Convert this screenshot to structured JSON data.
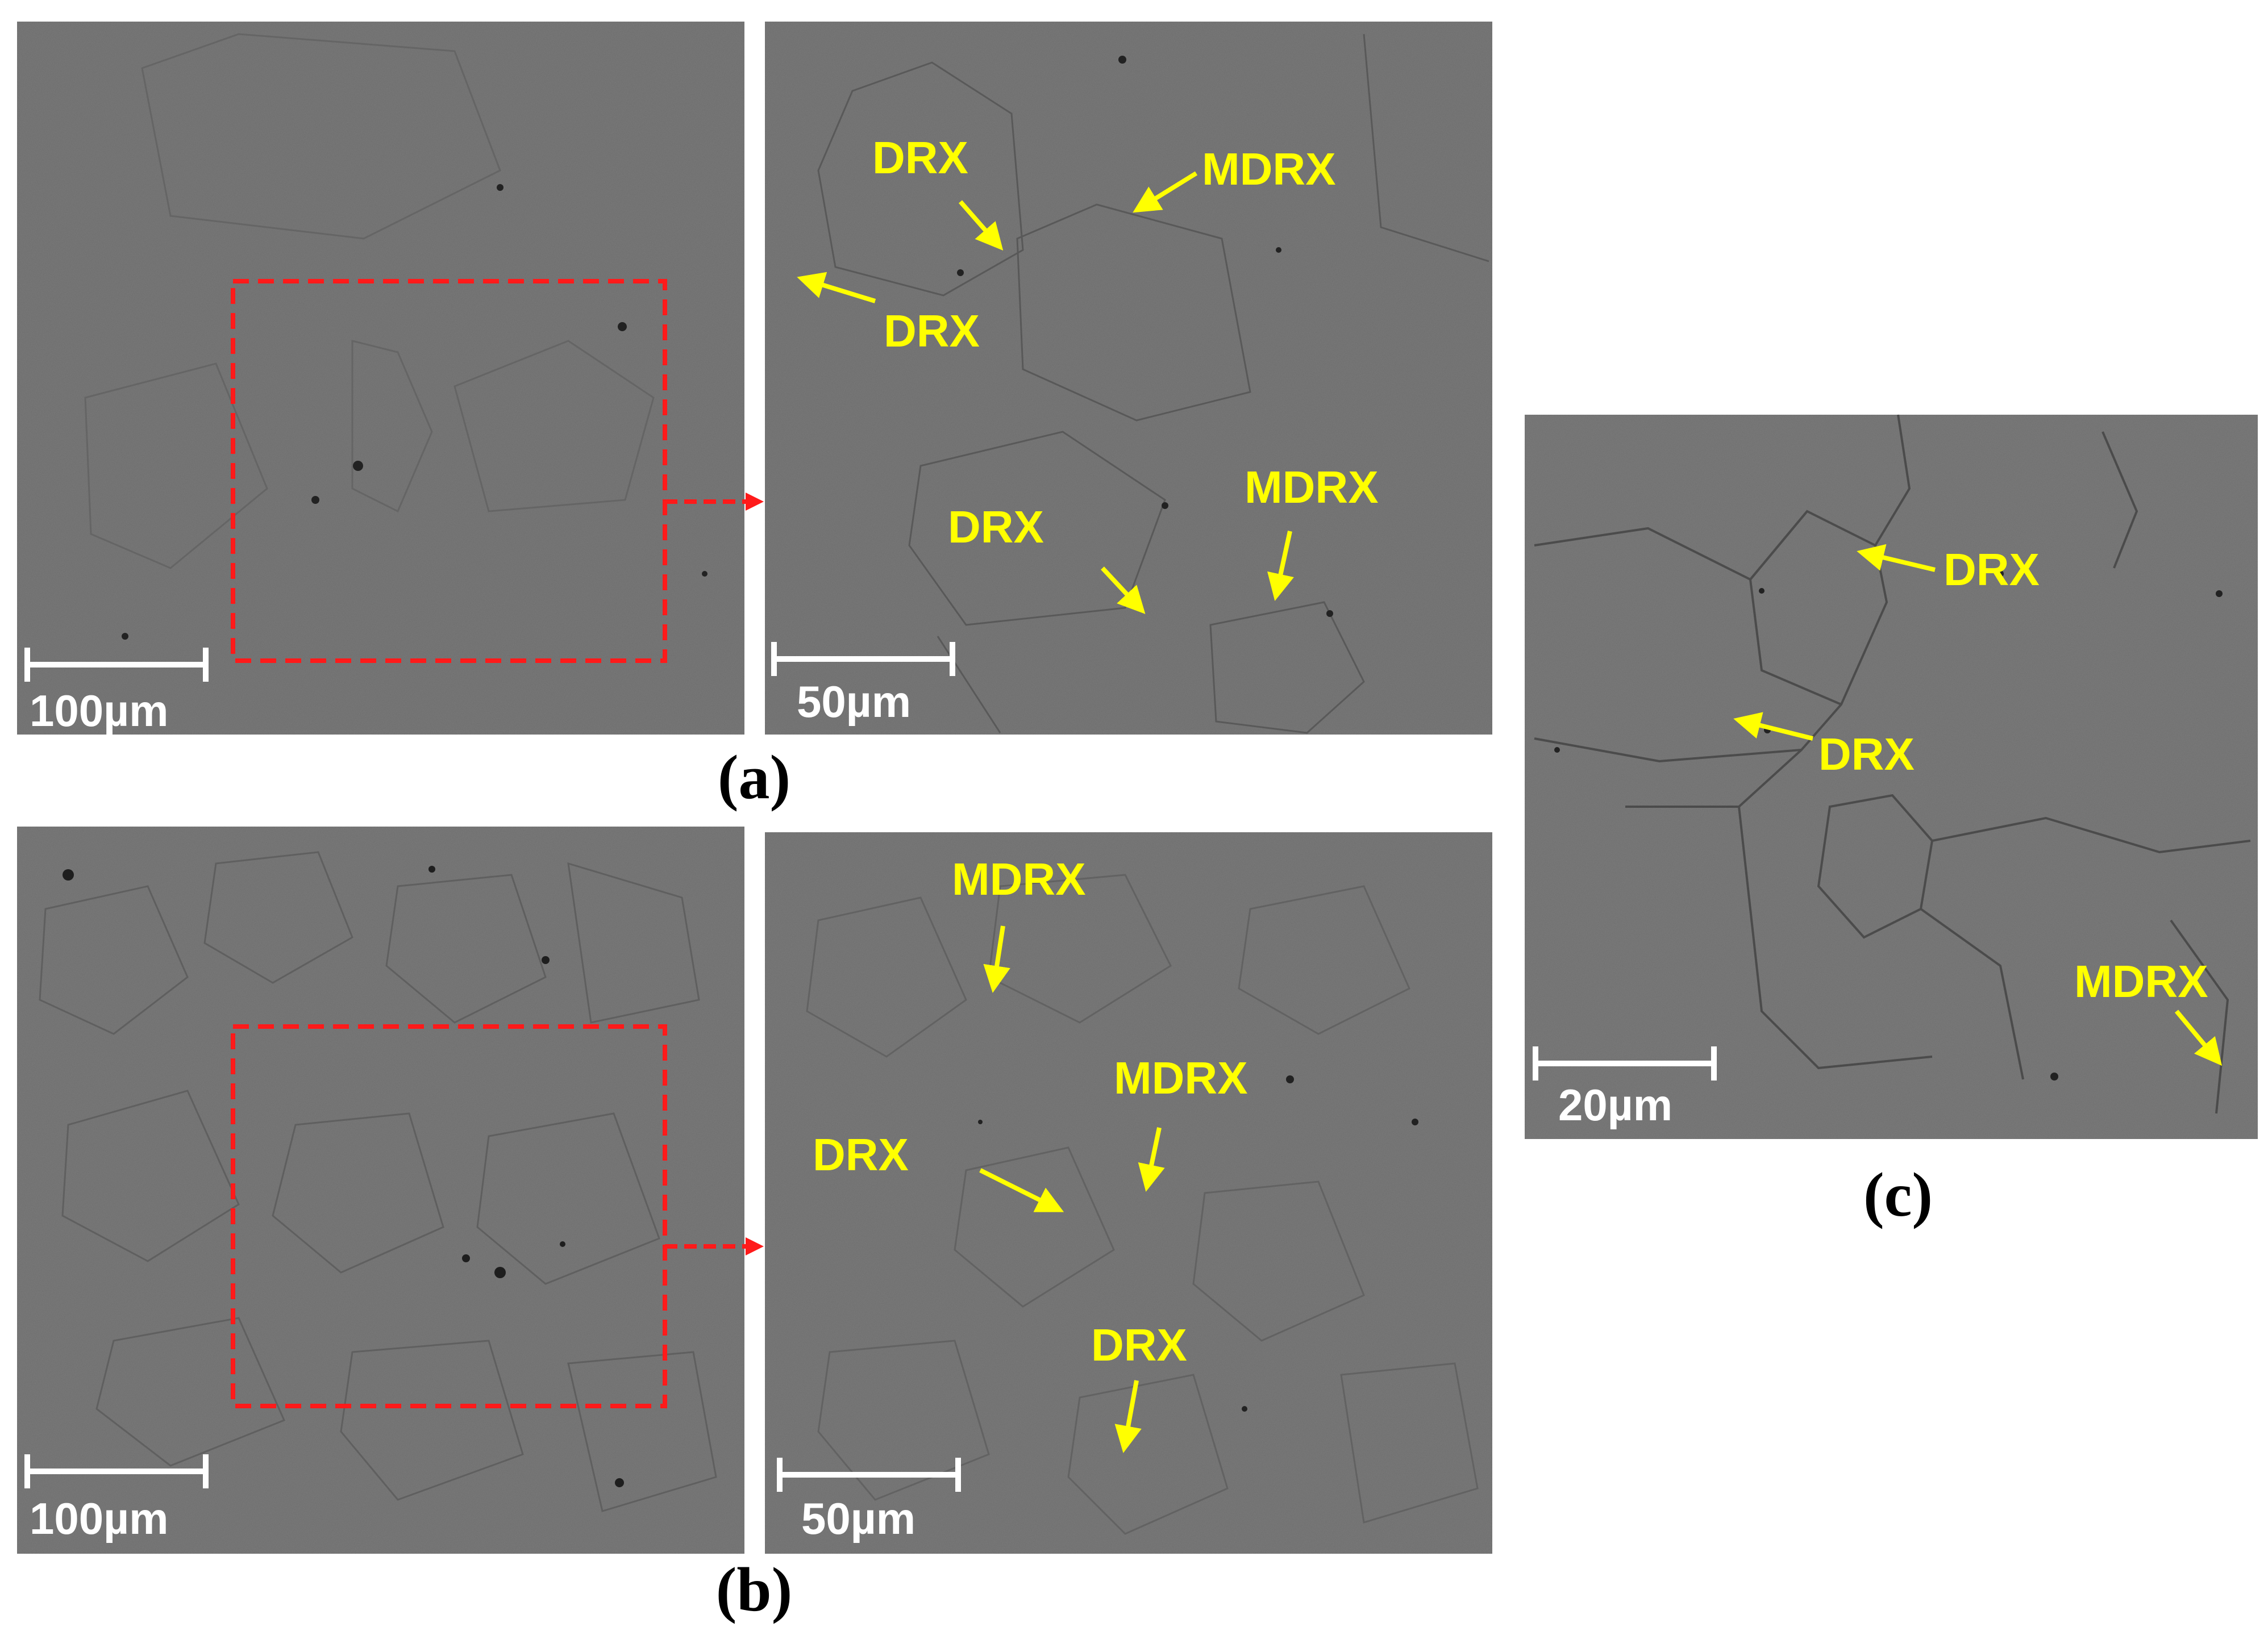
{
  "figure": {
    "panels": [
      {
        "id": "a-left",
        "scale_bar": "100µm"
      },
      {
        "id": "a-right",
        "scale_bar": "50µm",
        "annotations": [
          "DRX",
          "MDRX",
          "DRX",
          "DRX",
          "MDRX"
        ]
      },
      {
        "id": "b-left",
        "scale_bar": "100µm"
      },
      {
        "id": "b-right",
        "scale_bar": "50µm",
        "annotations": [
          "MDRX",
          "MDRX",
          "DRX",
          "DRX"
        ]
      },
      {
        "id": "c",
        "scale_bar": "20µm",
        "annotations": [
          "DRX",
          "DRX",
          "MDRX"
        ]
      }
    ],
    "captions": {
      "a": "(a)",
      "b": "(b)",
      "c": "(c)"
    }
  },
  "colors": {
    "micrograph_gray": "#6a6a6a",
    "annotation_yellow": "#ffff00",
    "zoom_box_red": "#ff1a1a",
    "scale_bar_white": "#ffffff",
    "background": "#ffffff"
  }
}
